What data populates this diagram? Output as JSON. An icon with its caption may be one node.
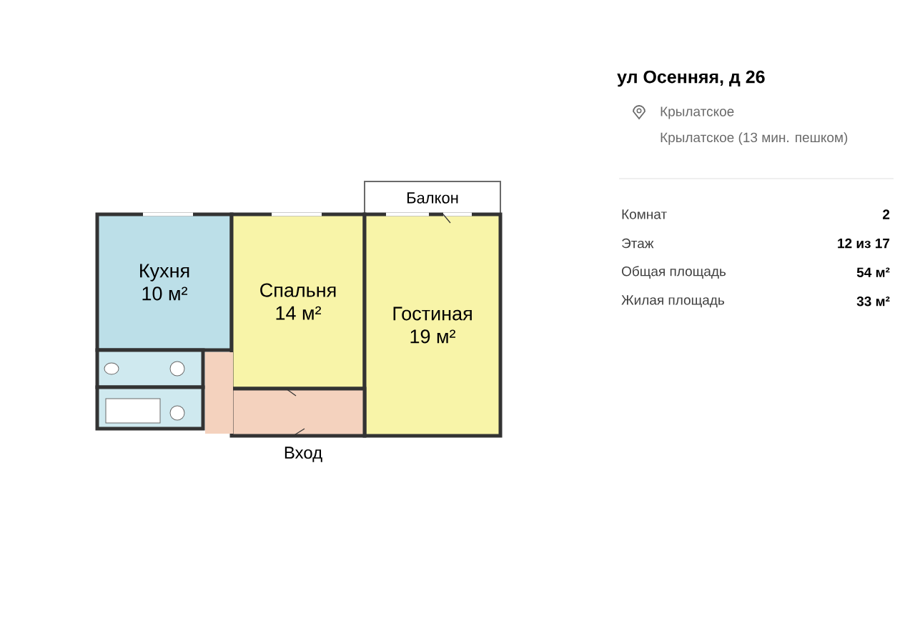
{
  "diagram": {
    "title": "ул Осенняя, д 26",
    "nodes": [
      {
        "text": [
          "Балкон"
        ]
      },
      {
        "text": [
          "Кухня",
          "10 м²"
        ]
      },
      {
        "text": [
          "Спальня",
          "14 м²"
        ]
      },
      {
        "text": [
          "Гостиная",
          "19 м²"
        ]
      },
      {
        "text": [],
        "shape": "box"
      },
      {
        "text": [],
        "shape": "box"
      },
      {
        "text": [],
        "shape": "box"
      }
    ],
    "edges": [],
    "labels": [
      "Вход",
      "Крылатское",
      "Крылатское (13 мин. пешком)",
      "Комнат",
      "2",
      "Этаж",
      "12 из 17",
      "Общая площадь",
      "54 м²",
      "Жилая площадь",
      "33 м²"
    ]
  }
}
